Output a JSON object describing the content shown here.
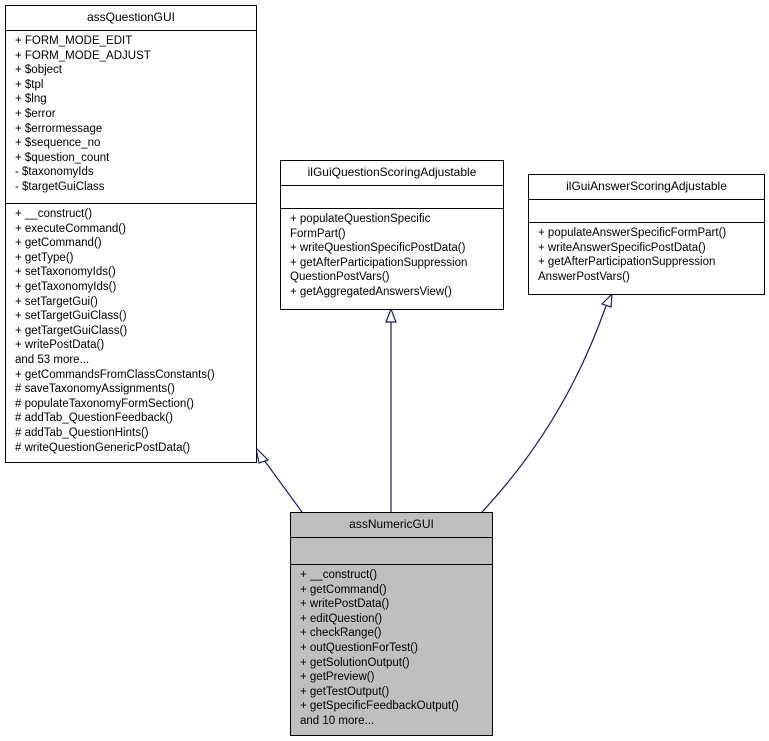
{
  "classes": {
    "assQuestionGUI": {
      "title": "assQuestionGUI",
      "attributes": [
        "+ FORM_MODE_EDIT",
        "+ FORM_MODE_ADJUST",
        "+ $object",
        "+ $tpl",
        "+ $lng",
        "+ $error",
        "+ $errormessage",
        "+ $sequence_no",
        "+ $question_count",
        "- $taxonomyIds",
        "- $targetGuiClass"
      ],
      "methods": [
        "+ __construct()",
        "+ executeCommand()",
        "+ getCommand()",
        "+ getType()",
        "+ setTaxonomyIds()",
        "+ getTaxonomyIds()",
        "+ setTargetGui()",
        "+ setTargetGuiClass()",
        "+ getTargetGuiClass()",
        "+ writePostData()",
        "and 53 more...",
        "+ getCommandsFromClassConstants()",
        "# saveTaxonomyAssignments()",
        "# populateTaxonomyFormSection()",
        "# addTab_QuestionFeedback()",
        "# addTab_QuestionHints()",
        "# writeQuestionGenericPostData()"
      ]
    },
    "ilGuiQuestionScoringAdjustable": {
      "title": "ilGuiQuestionScoringAdjustable",
      "attributes": [],
      "methods": [
        "+ populateQuestionSpecific",
        "FormPart()",
        "+ writeQuestionSpecificPostData()",
        "+ getAfterParticipationSuppression",
        "QuestionPostVars()",
        "+ getAggregatedAnswersView()"
      ]
    },
    "ilGuiAnswerScoringAdjustable": {
      "title": "ilGuiAnswerScoringAdjustable",
      "attributes": [],
      "methods": [
        "+ populateAnswerSpecificFormPart()",
        "+ writeAnswerSpecificPostData()",
        "+ getAfterParticipationSuppression",
        "AnswerPostVars()"
      ]
    },
    "assNumericGUI": {
      "title": "assNumericGUI",
      "attributes": [],
      "methods": [
        "+ __construct()",
        "+ getCommand()",
        "+ writePostData()",
        "+ editQuestion()",
        "+ checkRange()",
        "+ outQuestionForTest()",
        "+ getSolutionOutput()",
        "+ getPreview()",
        "+ getTestOutput()",
        "+ getSpecificFeedbackOutput()",
        "and 10 more..."
      ]
    }
  },
  "colors": {
    "edge": "#191970",
    "highlight_fill": "#bfbfbf",
    "border": "#000000"
  }
}
